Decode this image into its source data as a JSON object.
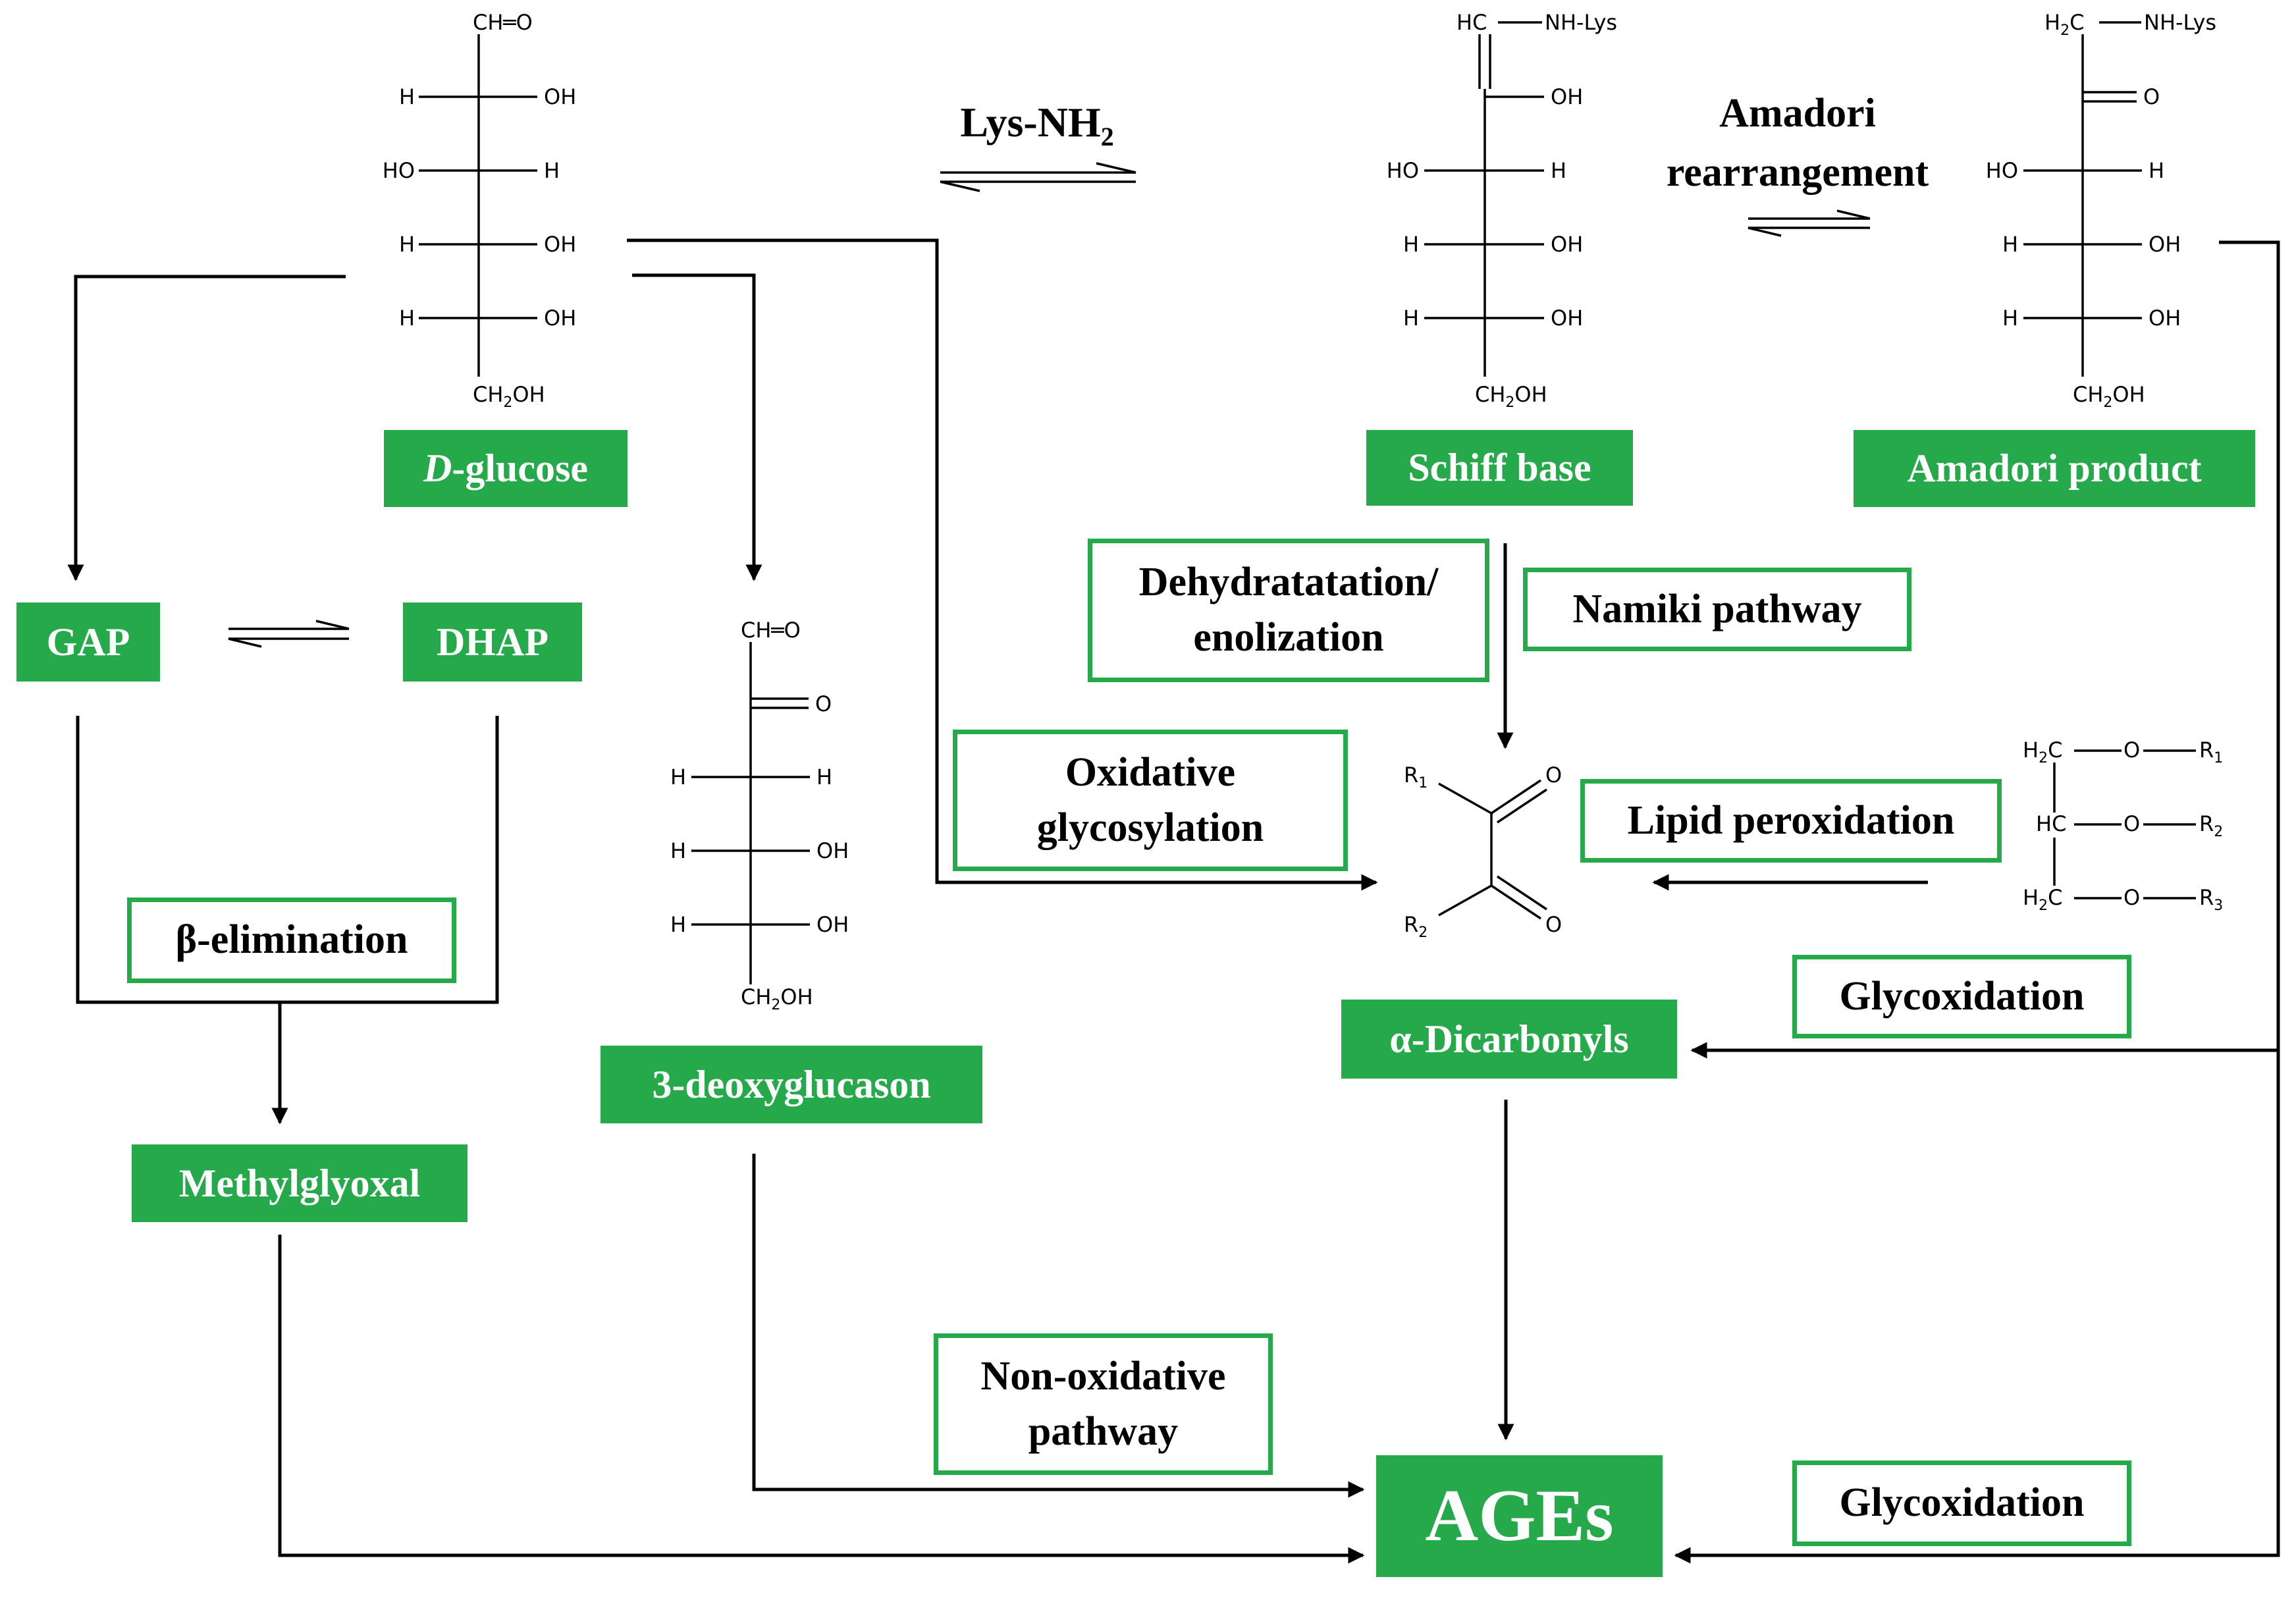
{
  "molecules": {
    "glucose": {
      "top": "CH═O",
      "rows": [
        {
          "left": "H",
          "right": "OH"
        },
        {
          "left": "HO",
          "right": "H"
        },
        {
          "left": "H",
          "right": "OH"
        },
        {
          "left": "H",
          "right": "OH"
        }
      ],
      "bottom_main": "CH",
      "bottom_sub": "2",
      "bottom_end": "OH"
    },
    "schiff": {
      "top_left": "HC",
      "top_right": "NH-Lys",
      "rows": [
        {
          "left": "",
          "right": "OH"
        },
        {
          "left": "HO",
          "right": "H"
        },
        {
          "left": "H",
          "right": "OH"
        },
        {
          "left": "H",
          "right": "OH"
        }
      ],
      "bottom_main": "CH",
      "bottom_sub": "2",
      "bottom_end": "OH"
    },
    "amadori": {
      "top_main": "H",
      "top_sub": "2",
      "top_c": "C",
      "top_right": "NH-Lys",
      "ketone_o": "O",
      "rows": [
        {
          "left": "HO",
          "right": "H"
        },
        {
          "left": "H",
          "right": "OH"
        },
        {
          "left": "H",
          "right": "OH"
        }
      ],
      "bottom_main": "CH",
      "bottom_sub": "2",
      "bottom_end": "OH"
    },
    "deoxyglucasone": {
      "top": "CH═O",
      "ketone_o": "O",
      "rows": [
        {
          "left": "H",
          "right": "H"
        },
        {
          "left": "H",
          "right": "OH"
        },
        {
          "left": "H",
          "right": "OH"
        }
      ],
      "bottom_main": "CH",
      "bottom_sub": "2",
      "bottom_end": "OH"
    },
    "dicarbonyl": {
      "r1": "R",
      "r1_sub": "1",
      "r2": "R",
      "r2_sub": "2",
      "o": "O"
    },
    "lipid": {
      "rows": [
        {
          "c": "H",
          "c_sub": "2",
          "c_end": "C",
          "o": "O",
          "r": "R",
          "r_sub": "1"
        },
        {
          "c": "HC",
          "c_sub": "",
          "c_end": "",
          "o": "O",
          "r": "R",
          "r_sub": "2"
        },
        {
          "c": "H",
          "c_sub": "2",
          "c_end": "C",
          "o": "O",
          "r": "R",
          "r_sub": "3"
        }
      ]
    }
  },
  "labels": {
    "lys_nh2_main": "Lys-NH",
    "lys_nh2_sub": "2",
    "amadori_rearrangement_line1": "Amadori",
    "amadori_rearrangement_line2": "rearrangement"
  },
  "nodes": {
    "d_glucose_prefix": "D",
    "d_glucose_rest": "-glucose",
    "schiff_base": "Schiff base",
    "amadori_product": "Amadori product",
    "gap": "GAP",
    "dhap": "DHAP",
    "deoxyglucason": "3-deoxyglucason",
    "methylglyoxal": "Methylglyoxal",
    "alpha_dicarbonyls": "α-Dicarbonyls",
    "ages": "AGEs"
  },
  "process_boxes": {
    "dehydration_line1": "Dehydratatation/",
    "dehydration_line2": "enolization",
    "namiki": "Namiki pathway",
    "oxidative_line1": "Oxidative",
    "oxidative_line2": "glycosylation",
    "lipid_peroxidation": "Lipid peroxidation",
    "beta_elimination": "β-elimination",
    "glycoxidation_top": "Glycoxidation",
    "glycoxidation_bottom": "Glycoxidation",
    "non_oxidative_line1": "Non-oxidative",
    "non_oxidative_line2": "pathway"
  },
  "colors": {
    "green": "#26a94b",
    "black": "#000000",
    "white": "#ffffff"
  }
}
